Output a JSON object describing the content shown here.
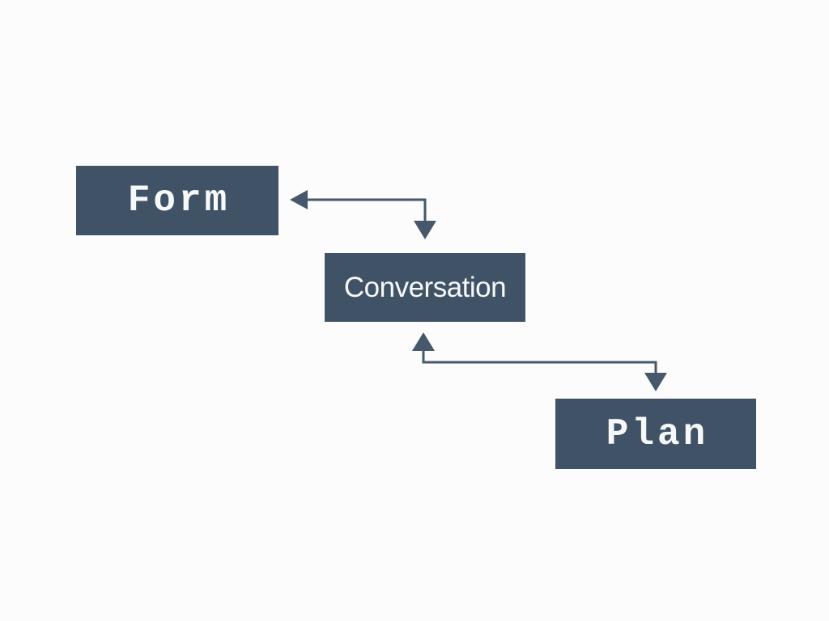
{
  "diagram": {
    "colors": {
      "background": "#fcfcfd",
      "node_fill": "#405366",
      "node_text": "#f6f8f9",
      "arrow": "#46586c"
    },
    "nodes": [
      {
        "id": "form",
        "label": "Form"
      },
      {
        "id": "conversation",
        "label": "Conversation"
      },
      {
        "id": "plan",
        "label": "Plan"
      }
    ],
    "connectors": [
      {
        "id": "conversation-form",
        "between": [
          "Conversation",
          "Form"
        ],
        "style": "elbow",
        "arrowheads": [
          "left into Form right edge",
          "down into Conversation top edge"
        ]
      },
      {
        "id": "conversation-plan",
        "between": [
          "Conversation",
          "Plan"
        ],
        "style": "elbow",
        "arrowheads": [
          "up into Conversation bottom edge",
          "down into Plan top edge"
        ]
      }
    ]
  }
}
